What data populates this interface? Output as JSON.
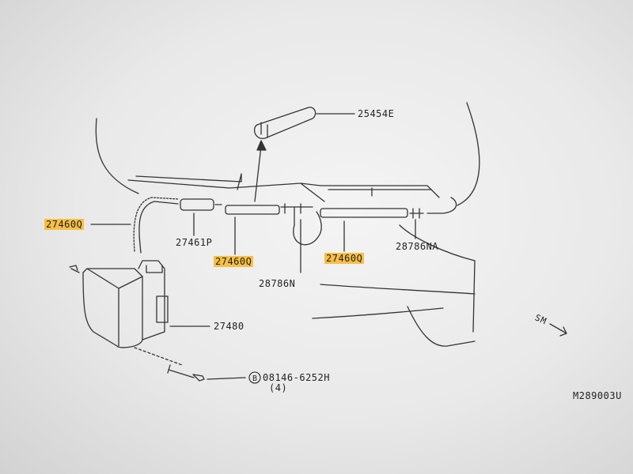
{
  "labels": {
    "p25454E": "25454E",
    "p27460Q_a": "27460Q",
    "p27461P": "27461P",
    "p27460Q_b": "27460Q",
    "p27460Q_c": "27460Q",
    "p28786NA": "28786NA",
    "p28786N": "28786N",
    "p27480": "27480",
    "bolt_part": "08146-6252H",
    "bolt_qty": "(4)",
    "bolt_symbol": "B",
    "direction": "SM",
    "diagram_code": "M289003U"
  },
  "highlight_color": "#f7c045"
}
